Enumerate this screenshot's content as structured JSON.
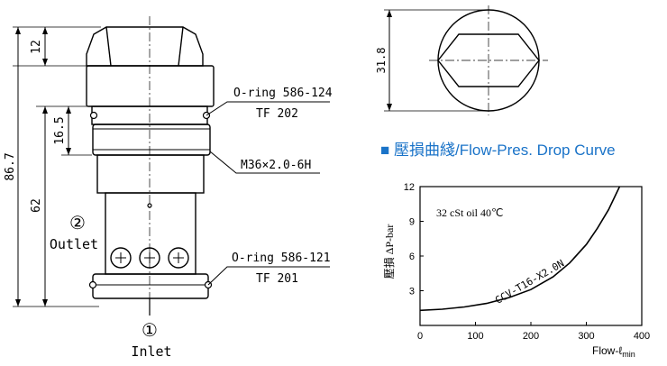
{
  "drawing": {
    "dims": {
      "hex_height": "12",
      "thread_len": "16.5",
      "total_len": "86.7",
      "body_len": "62",
      "hex_across": "31.8"
    },
    "labels": {
      "oring_top": "O-ring 586-124",
      "tf_top": "TF 202",
      "thread": "M36×2.0-6H",
      "oring_bottom": "O-ring 586-121",
      "tf_bottom": "TF 201",
      "outlet_num": "②",
      "outlet": "Outlet",
      "inlet_num": "①",
      "inlet": "Inlet"
    }
  },
  "curve_heading": "■ 壓損曲綫/Flow-Pres. Drop Curve",
  "chart_data": {
    "type": "line",
    "ylabel": "壓損  ΔP-bar",
    "xlabel": "Flow-ℓ",
    "xlabel_sub": "min",
    "annotation": "32 cSt oil 40℃",
    "xlim": [
      0,
      400
    ],
    "ylim": [
      0,
      12
    ],
    "xticks": [
      "0",
      "100",
      "200",
      "300",
      "400"
    ],
    "yticks": [
      "3",
      "6",
      "9",
      "12"
    ],
    "series": [
      {
        "name": "CCV-T16-X2.0N",
        "x": [
          0,
          40,
          80,
          120,
          160,
          200,
          240,
          270,
          300,
          320,
          340,
          360
        ],
        "y": [
          1.3,
          1.4,
          1.6,
          1.9,
          2.4,
          3.1,
          4.2,
          5.4,
          7.0,
          8.4,
          10.0,
          12.0
        ]
      }
    ],
    "colors": {
      "accent": "#1a73c8",
      "line": "#000000"
    }
  }
}
